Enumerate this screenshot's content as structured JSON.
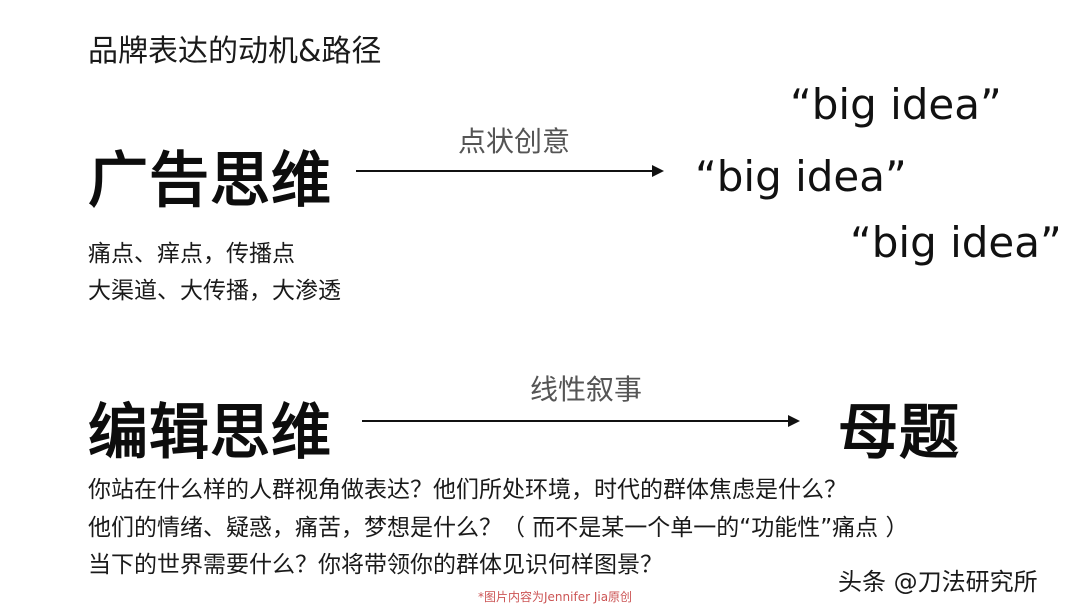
{
  "page": {
    "title": "品牌表达的动机&路径"
  },
  "advertising": {
    "heading": "广告思维",
    "arrow_label": "点状创意",
    "lines": [
      "痛点、痒点，传播点",
      "大渠道、大传播，大渗透"
    ],
    "ideas": [
      "“big idea”",
      "“big idea”",
      "“big idea”"
    ]
  },
  "editorial": {
    "heading": "编辑思维",
    "arrow_label": "线性叙事",
    "target": "母题",
    "lines": [
      "你站在什么样的人群视角做表达？他们所处环境，时代的群体焦虑是什么？",
      "他们的情绪、疑惑，痛苦，梦想是什么？（ 而不是某一个单一的“功能性”痛点 ）",
      "当下的世界需要什么？你将带领你的群体见识何样图景？"
    ]
  },
  "footnote": "*图片内容为Jennifer Jia原创",
  "watermark": "头条 @刀法研究所"
}
